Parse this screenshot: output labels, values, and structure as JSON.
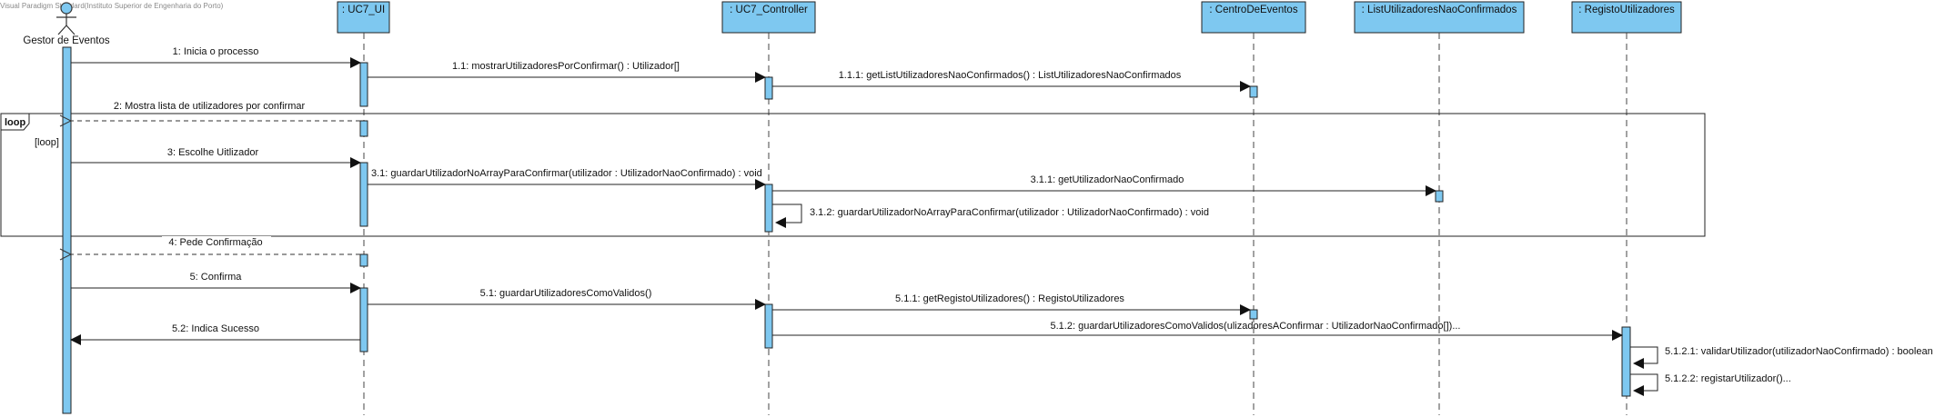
{
  "watermark": "Visual Paradigm Standard(Instituto Superior de Engenharia do Porto)",
  "colors": {
    "lifeline_fill": "#7ec8f0",
    "stroke": "#222222",
    "background": "#ffffff"
  },
  "actor": {
    "label": "Gestor de Eventos",
    "icon": "stick-figure-icon"
  },
  "lifelines": [
    {
      "id": "ui",
      "label": ": UC7_UI"
    },
    {
      "id": "ctrl",
      "label": ": UC7_Controller"
    },
    {
      "id": "cde",
      "label": ": CentroDeEventos"
    },
    {
      "id": "lunc",
      "label": ": ListUtilizadoresNaoConfirmados"
    },
    {
      "id": "reg",
      "label": ": RegistoUtilizadores"
    }
  ],
  "loop": {
    "title": "loop",
    "guard": "[loop]"
  },
  "messages": [
    {
      "id": "m1",
      "text": "1: Inicia o processo",
      "kind": "sync"
    },
    {
      "id": "m1_1",
      "text": "1.1: mostrarUtilizadoresPorConfirmar() : Utilizador[]",
      "kind": "sync"
    },
    {
      "id": "m1_1_1",
      "text": "1.1.1: getListUtilizadoresNaoConfirmados() : ListUtilizadoresNaoConfirmados",
      "kind": "sync"
    },
    {
      "id": "m2",
      "text": "2: Mostra lista de utilizadores por confirmar",
      "kind": "return"
    },
    {
      "id": "m3",
      "text": "3: Escolhe Uitlizador",
      "kind": "sync"
    },
    {
      "id": "m3_1",
      "text": "3.1: guardarUtilizadorNoArrayParaConfirmar(utilizador : UtilizadorNaoConfirmado) : void",
      "kind": "sync"
    },
    {
      "id": "m3_1_1",
      "text": "3.1.1: getUtilizadorNaoConfirmado",
      "kind": "sync"
    },
    {
      "id": "m3_1_2",
      "text": "3.1.2: guardarUtilizadorNoArrayParaConfirmar(utilizador : UtilizadorNaoConfirmado) : void",
      "kind": "self"
    },
    {
      "id": "m4",
      "text": "4: Pede Confirmação",
      "kind": "return"
    },
    {
      "id": "m5",
      "text": "5: Confirma",
      "kind": "sync"
    },
    {
      "id": "m5_1",
      "text": "5.1: guardarUtilizadoresComoValidos()",
      "kind": "sync"
    },
    {
      "id": "m5_1_1",
      "text": "5.1.1: getRegistoUtilizadores() : RegistoUtilizadores",
      "kind": "sync"
    },
    {
      "id": "m5_1_2",
      "text": "5.1.2: guardarUtilizadoresComoValidos(ulizadoresAConfirmar : UtilizadorNaoConfirmado[])...",
      "kind": "sync"
    },
    {
      "id": "m5_2",
      "text": "5.2: Indica Sucesso",
      "kind": "sync"
    },
    {
      "id": "m5_1_2_1",
      "text": "5.1.2.1: validarUtilizador(utilizadorNaoConfirmado) : boolean",
      "kind": "self"
    },
    {
      "id": "m5_1_2_2",
      "text": "5.1.2.2: registarUtilizador()...",
      "kind": "self"
    }
  ]
}
